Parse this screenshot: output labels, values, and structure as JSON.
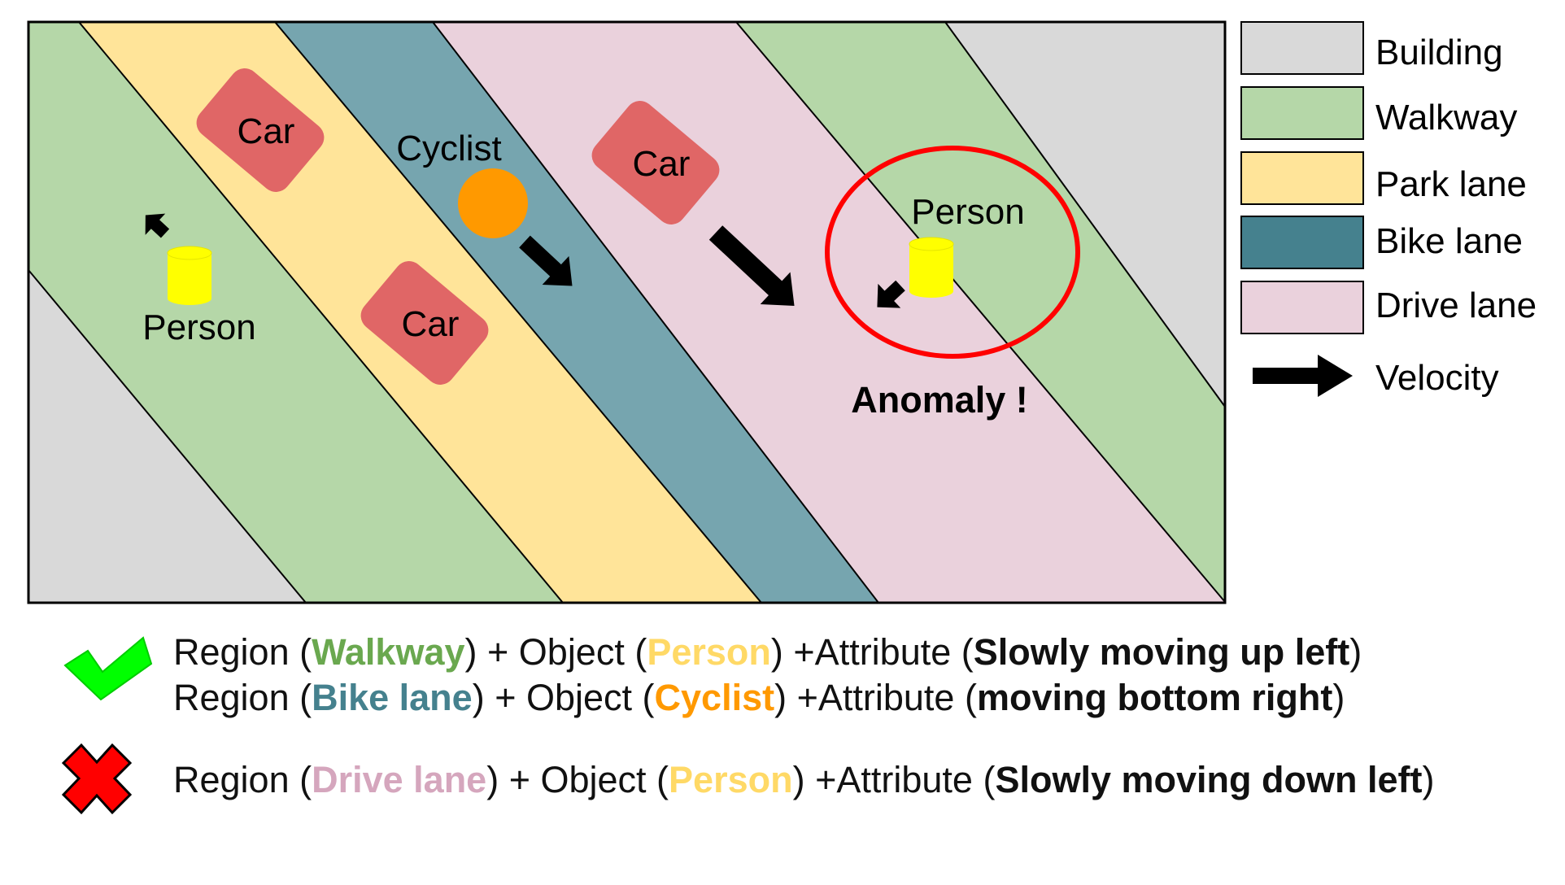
{
  "colors": {
    "building": "#d9d9d9",
    "walkway": "#b5d7a8",
    "park_lane": "#ffe499",
    "bike_lane": "#76a5af",
    "bike_lane_legend": "#45818e",
    "drive_lane": "#ead1dc",
    "car": "#e06666",
    "cyclist": "#ff9900",
    "person": "#ffff00",
    "anomaly_ring": "#ff0000",
    "check": "#00ff00",
    "cross": "#ff0000",
    "walkway_text": "#6aa84f",
    "person_text": "#ffd966",
    "bike_text": "#45818e",
    "cyclist_text": "#ff9900",
    "drive_text": "#d5a6bd"
  },
  "scene": {
    "labels": {
      "car_top": "Car",
      "car_bottom": "Car",
      "car_right": "Car",
      "cyclist": "Cyclist",
      "person_left": "Person",
      "person_right": "Person",
      "anomaly": "Anomaly !"
    }
  },
  "legend": {
    "items": [
      {
        "label": "Building",
        "color_key": "building"
      },
      {
        "label": "Walkway",
        "color_key": "walkway"
      },
      {
        "label": "Park lane",
        "color_key": "park_lane"
      },
      {
        "label": "Bike lane",
        "color_key": "bike_lane_legend"
      },
      {
        "label": "Drive lane",
        "color_key": "drive_lane"
      }
    ],
    "velocity_label": "Velocity"
  },
  "rules": [
    {
      "status": "valid",
      "region_prefix": "Region (",
      "region": "Walkway",
      "object_prefix": ") + Object (",
      "object": "Person",
      "attribute_prefix": ") +Attribute (",
      "attribute": "Slowly moving up left",
      "suffix": ")"
    },
    {
      "status": "valid",
      "region_prefix": "Region (",
      "region": "Bike lane",
      "object_prefix": ") + Object (",
      "object": "Cyclist",
      "attribute_prefix": ") +Attribute (",
      "attribute": "moving bottom right",
      "suffix": ")"
    },
    {
      "status": "invalid",
      "region_prefix": "Region (",
      "region": "Drive lane",
      "object_prefix": ") + Object (",
      "object": "Person",
      "attribute_prefix": ") +Attribute (",
      "attribute": "Slowly moving down left",
      "suffix": ")"
    }
  ]
}
